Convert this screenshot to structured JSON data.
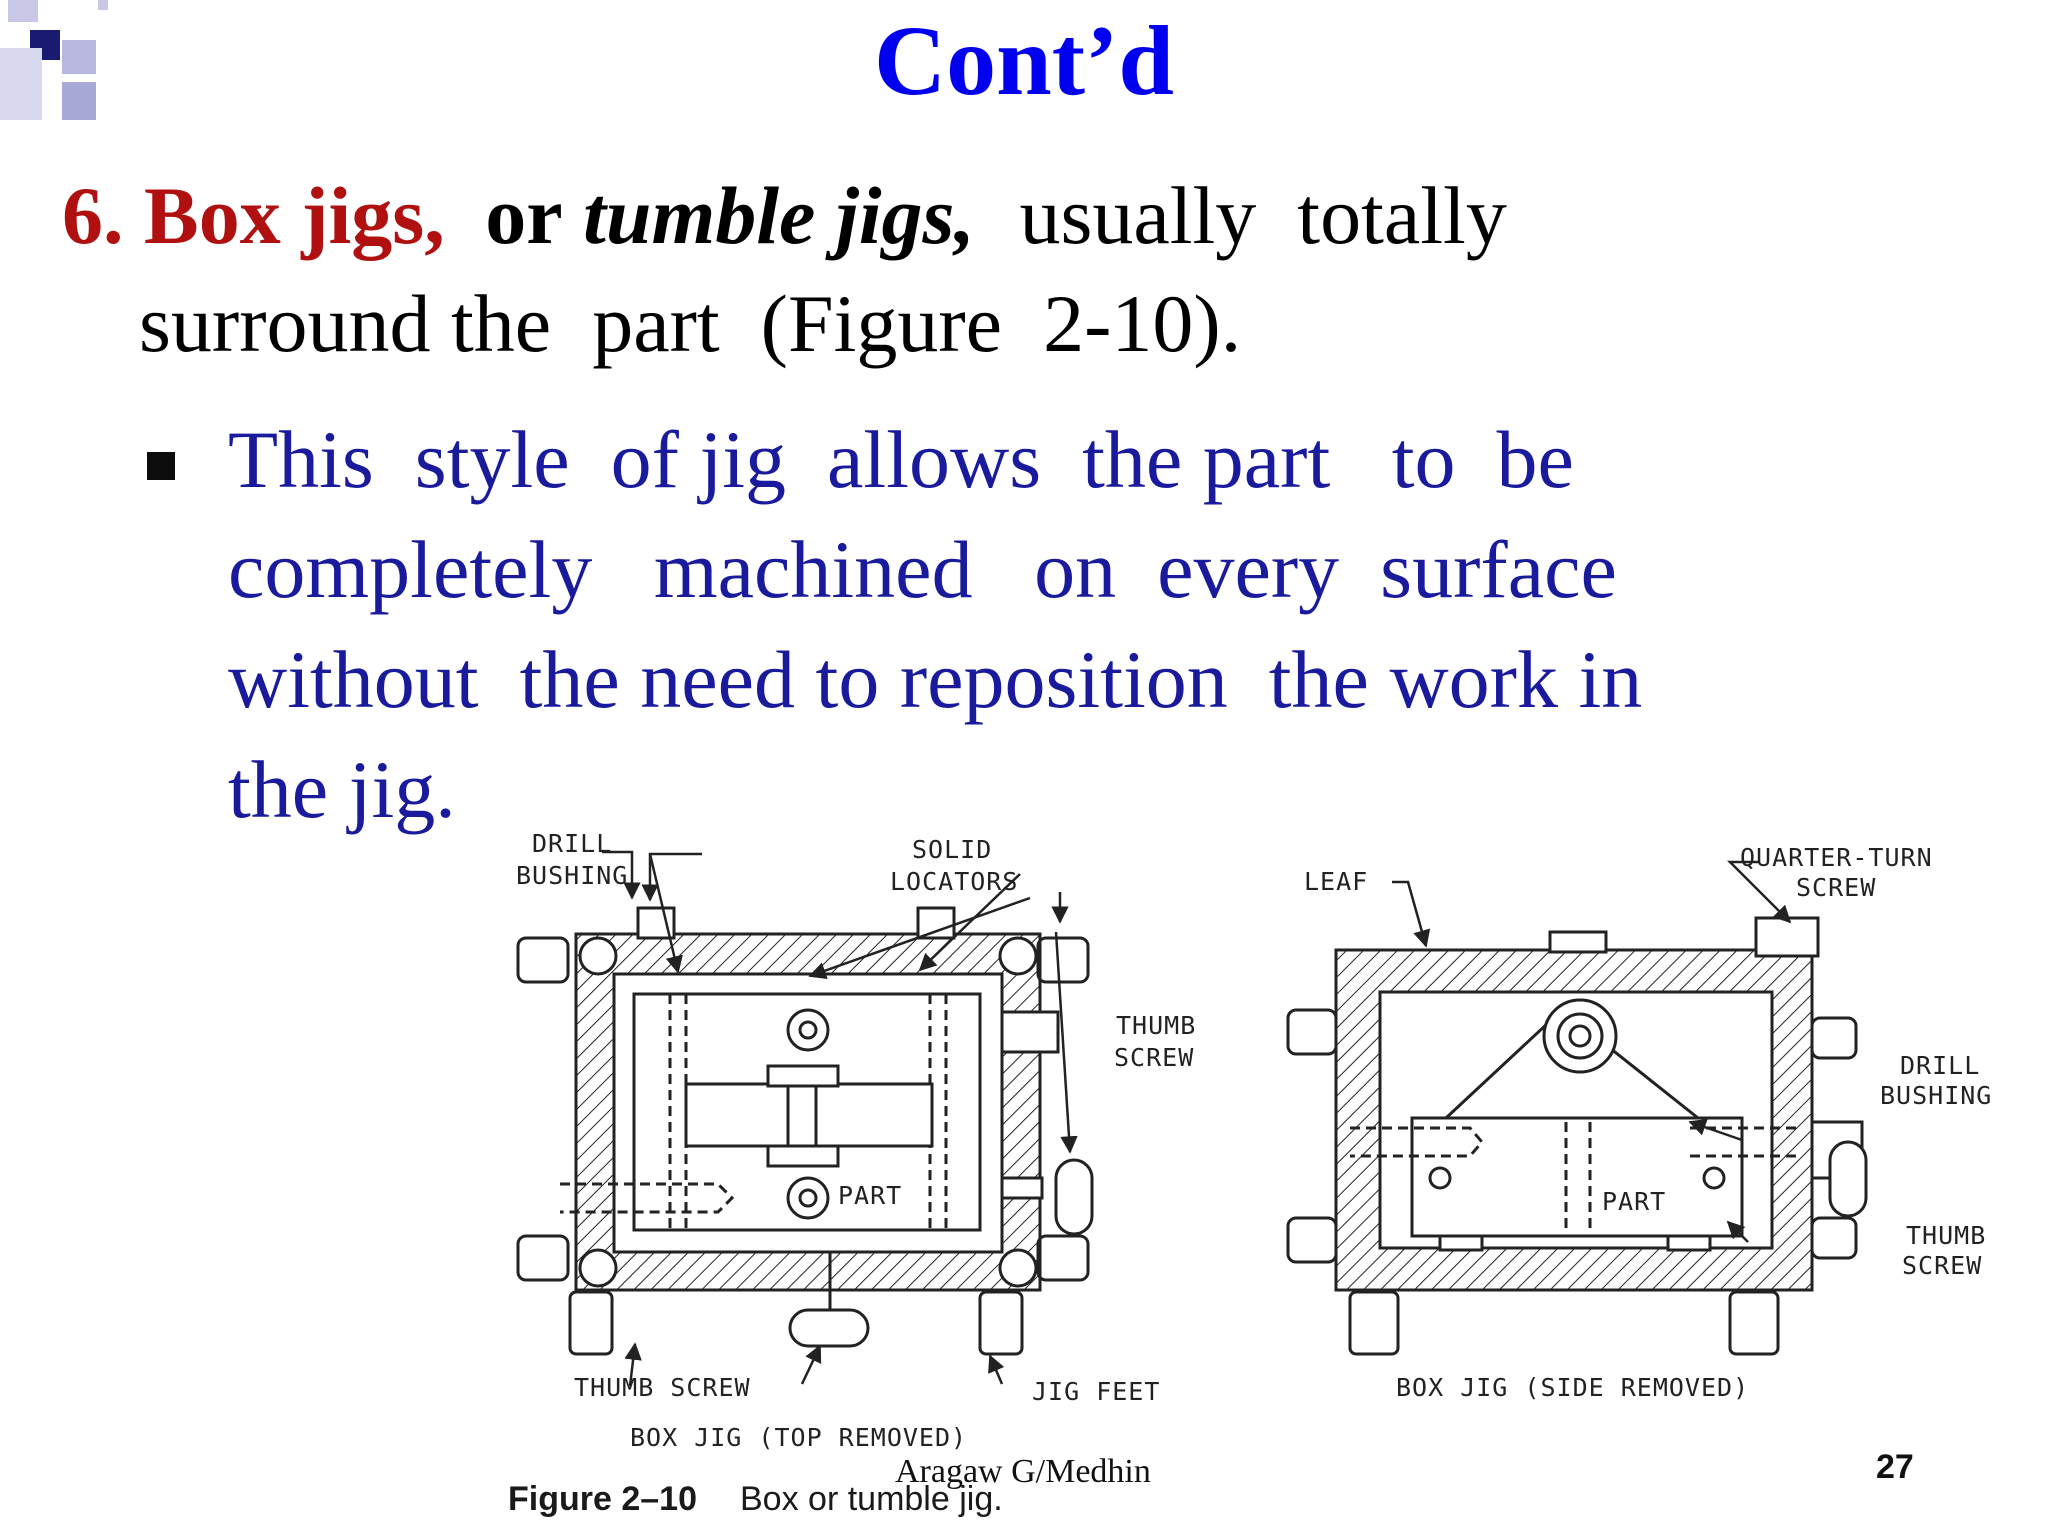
{
  "slide": {
    "title": "Cont’d",
    "point": {
      "lead": "6. Box jigs,",
      "or_word": "or",
      "italic_term": "tumble jigs,",
      "rest_line1": "usually  totally",
      "line2": "surround the  part  (Figure  2-10)."
    },
    "bullet": {
      "lines": [
        "This  style  of jig  allows  the part   to  be",
        "completely   machined   on  every  surface",
        "without  the need to reposition  the work in",
        "the jig."
      ]
    },
    "footer": {
      "author": "Aragaw G/Medhin",
      "page": "27"
    },
    "colors": {
      "title": "#0000ee",
      "lead": "#b01010",
      "bullet_text": "#1a1a9c"
    }
  },
  "figure": {
    "labels": {
      "drill_bushing_1": "DRILL",
      "drill_bushing_2": "BUSHING",
      "solid_locators_1": "SOLID",
      "solid_locators_2": "LOCATORS",
      "thumb_screw_right_1": "THUMB",
      "thumb_screw_right_2": "SCREW",
      "part_left": "PART",
      "thumb_screw_bottom": "THUMB SCREW",
      "jig_feet": "JIG FEET",
      "caption_left": "BOX JIG (TOP REMOVED)",
      "leaf": "LEAF",
      "quarter_turn_1": "QUARTER-TURN",
      "quarter_turn_2": "SCREW",
      "drill_bushing_r1": "DRILL",
      "drill_bushing_r2": "BUSHING",
      "part_right": "PART",
      "thumb_screw_r1": "THUMB",
      "thumb_screw_r2": "SCREW",
      "caption_right": "BOX JIG (SIDE REMOVED)"
    },
    "caption": {
      "number": "Figure 2–10",
      "text": "Box or tumble jig."
    }
  }
}
